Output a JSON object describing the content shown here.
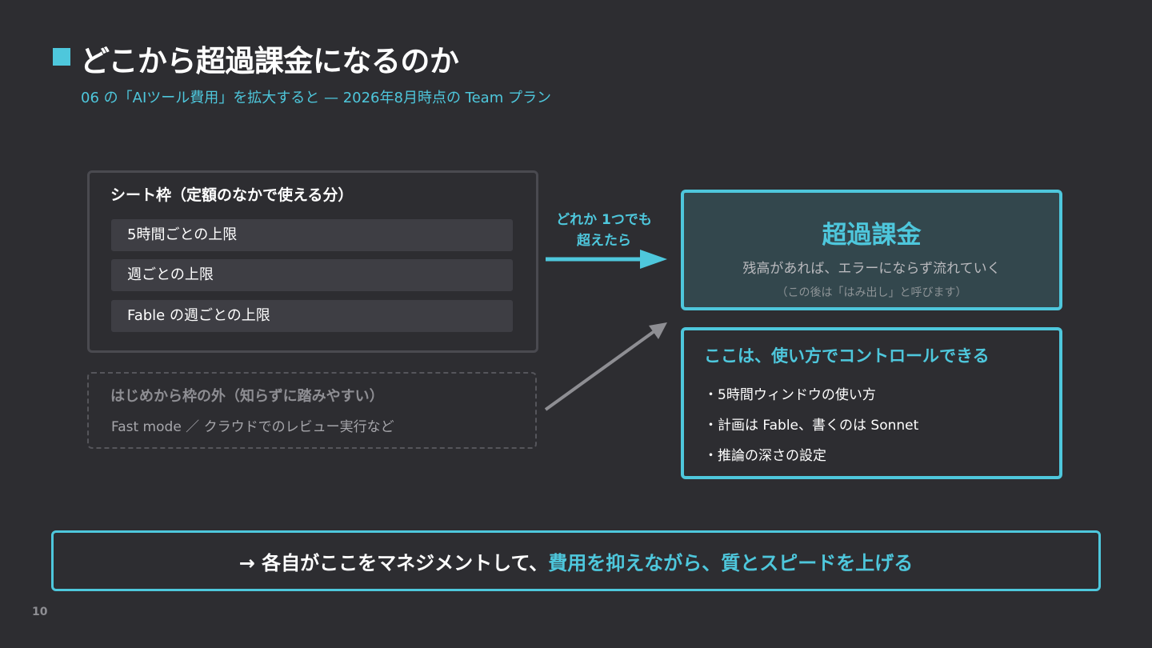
{
  "header": {
    "title": "どこから超過課金になるのか",
    "subtitle": "06 の「AIツール費用」を拡大すると — 2026年8月時点の Team プラン"
  },
  "seat_box": {
    "title": "シート枠（定額のなかで使える分）",
    "items": [
      "5時間ごとの上限",
      "週ごとの上限",
      "Fable の週ごとの上限"
    ]
  },
  "outside_box": {
    "title": "はじめから枠の外（知らずに踏みやすい）",
    "description": "Fast mode ／ クラウドでのレビュー実行など"
  },
  "arrow_label": {
    "line1": "どれか 1つでも",
    "line2": "超えたら"
  },
  "overage_box": {
    "title": "超過課金",
    "description": "残高があれば、エラーにならず流れていく",
    "note": "（この後は「はみ出し」と呼びます）"
  },
  "control_box": {
    "title": "ここは、使い方でコントロールできる",
    "items": [
      "・5時間ウィンドウの使い方",
      "・計画は Fable、書くのは Sonnet",
      "・推論の深さの設定"
    ]
  },
  "bottom": {
    "prefix": "→ 各自がここをマネジメントして、",
    "accent": "費用を抑えながら、質とスピードを上げる"
  },
  "page_number": "10",
  "colors": {
    "background": "#2d2d31",
    "accent": "#4ec7dc",
    "panel": "#3e3e44",
    "muted_arrow": "#8e8e93"
  }
}
